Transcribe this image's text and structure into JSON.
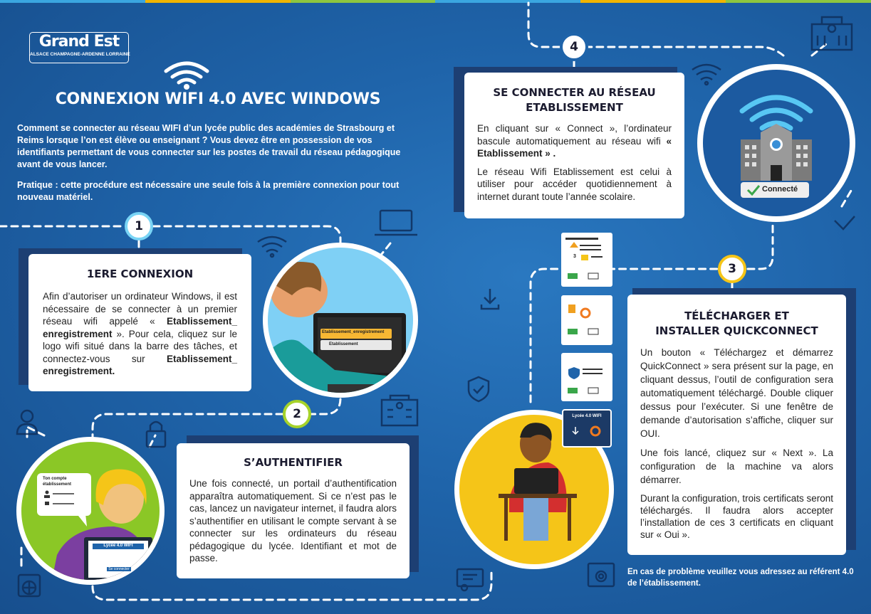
{
  "logo": {
    "name": "Grand Est",
    "subtitle": "ALSACE CHAMPAGNE-ARDENNE LORRAINE"
  },
  "title": "CONNEXION WIFI 4.0 AVEC WINDOWS",
  "intro": {
    "p1": "Comment se connecter au réseau WIFI d’un lycée public des académies de Strasbourg et Reims lorsque l’on est élève ou enseignant ? Vous devez être en possession de vos identifiants permettant de vous connecter sur les postes de travail du réseau pédagogique avant de vous lancer.",
    "p2": "Pratique : cette procédure est nécessaire une seule fois à la première connexion pour tout nouveau matériel."
  },
  "steps": [
    {
      "number": "1",
      "title": "1ERE CONNEXION",
      "text_a": "Afin d’autoriser un ordinateur Windows, il est nécessaire de se connecter à un premier réseau wifi appelé « ",
      "bold_a": "Etablissement_ enregistrement",
      "text_b": " ». Pour cela, cliquez sur le logo wifi situé dans la barre des tâches, et connectez-vous sur ",
      "bold_b": "Etablissement_ enregistrement."
    },
    {
      "number": "2",
      "title": "S’AUTHENTIFIER",
      "text": "Une fois connecté, un portail d’authentification apparaîtra automatiquement. Si ce n’est pas le cas, lancez un navigateur internet, il faudra alors s’authentifier en utilisant le compte servant à se connecter sur les ordinateurs du réseau pédagogique du lycée. Identifiant et mot de passe."
    },
    {
      "number": "3",
      "title_l1": "TÉLÉCHARGER ET",
      "title_l2": "INSTALLER QUICKCONNECT",
      "p1": "Un bouton « Téléchargez et démarrez QuickConnect » sera présent sur la page, en cliquant dessus, l’outil de configuration sera automatiquement téléchargé. Double cliquer dessus pour l’exécuter. Si une fenêtre de demande d’autorisation s’affiche, cliquer sur OUI.",
      "p2": "Une fois lancé, cliquez sur « Next ». La configuration de la machine va alors démarrer.",
      "p3": "Durant la configuration, trois certificats seront téléchargés. Il faudra alors accepter l’installation de ces 3 certificats en cliquant sur « Oui »."
    },
    {
      "number": "4",
      "title_l1": "SE CONNECTER AU RÉSEAU",
      "title_l2": "ETABLISSEMENT",
      "p1_a": "En cliquant sur « Connect », l’ordinateur bascule automatiquement au réseau wifi ",
      "p1_bold": "« Etablissement » .",
      "p2": "Le réseau Wifi Etablissement est celui à utiliser pour accéder quotidiennement à internet durant toute l’année scolaire."
    }
  ],
  "illustrations": {
    "wifi_list": {
      "item1": "Etablissement_enregistrement",
      "item2": "Etablissement"
    },
    "login_card": {
      "l1": "Ton compte",
      "l2": "établissement"
    },
    "laptop_screen": {
      "title": "Lycée 4.0 WIFI",
      "button": "Se connecter"
    },
    "quickconnect_window": {
      "title": "Lycée 4.0 WIFI"
    },
    "connected_label": "Connecté",
    "dialog_number": "3"
  },
  "footer": "En cas de problème veuillez vous adressez au référent 4.0 de l’établissement.",
  "colors": {
    "background": "#1f64aa",
    "badge1": "#79d4f5",
    "badge2": "#a6d22a",
    "badge3": "#f5c518",
    "badge4": "#ffffff",
    "card_shadow": "#1d3f73"
  }
}
